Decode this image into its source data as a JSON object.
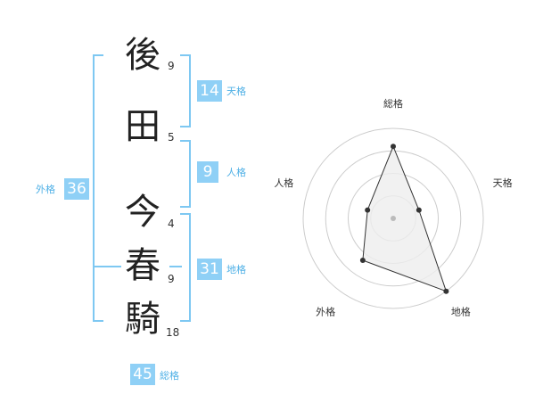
{
  "name": {
    "characters": [
      {
        "char": "後",
        "strokes": "9"
      },
      {
        "char": "田",
        "strokes": "5"
      },
      {
        "char": "今",
        "strokes": "4"
      },
      {
        "char": "春",
        "strokes": "9"
      },
      {
        "char": "騎",
        "strokes": "18"
      }
    ]
  },
  "fortune": {
    "tenkaku": {
      "value": "14",
      "label": "天格"
    },
    "jinkaku": {
      "value": "9",
      "label": "人格"
    },
    "chikaku": {
      "value": "31",
      "label": "地格"
    },
    "gaikaku": {
      "value": "36",
      "label": "外格"
    },
    "soukaku": {
      "value": "45",
      "label": "総格"
    }
  },
  "radar": {
    "axes": [
      "総格",
      "天格",
      "地格",
      "外格",
      "人格"
    ],
    "levels": 4,
    "values": [
      3.2,
      1.2,
      4.0,
      2.3,
      1.2
    ],
    "max": 4,
    "colors": {
      "ring": "#cccccc",
      "fill": "#eeeeee",
      "line": "#333333",
      "point": "#333333",
      "center": "#bbbbbb"
    }
  },
  "colors": {
    "bracket": "#7ec8f2",
    "badge": "#8fd0f6",
    "badge_label": "#4fb0e6"
  }
}
